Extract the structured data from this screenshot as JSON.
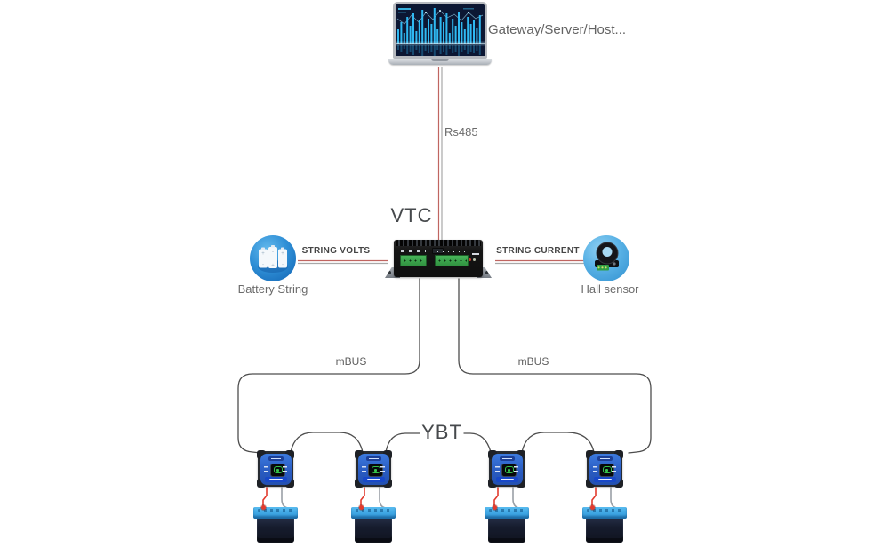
{
  "labels": {
    "gateway": "Gateway/Server/Host...",
    "rs485": "Rs485",
    "vtc": "VTC",
    "ybt": "YBT",
    "string_volts": "STRING VOLTS",
    "string_current": "STRING CURRENT",
    "battery_string": "Battery String",
    "hall_sensor": "Hall sensor",
    "mbus_left": "mBUS",
    "mbus_right": "mBUS"
  },
  "colors": {
    "red_line": "#c06561",
    "gray_line": "#a8a8a8",
    "connector": "#4d4d4d",
    "wire_red": "#e23b2e",
    "wire_gray": "#9aa0a6",
    "node_blue": "#2a8ad2",
    "device_blue": "#2f63c8",
    "battery_lid_blue": "#2e9fe0",
    "screen_green": "#35c24a"
  }
}
